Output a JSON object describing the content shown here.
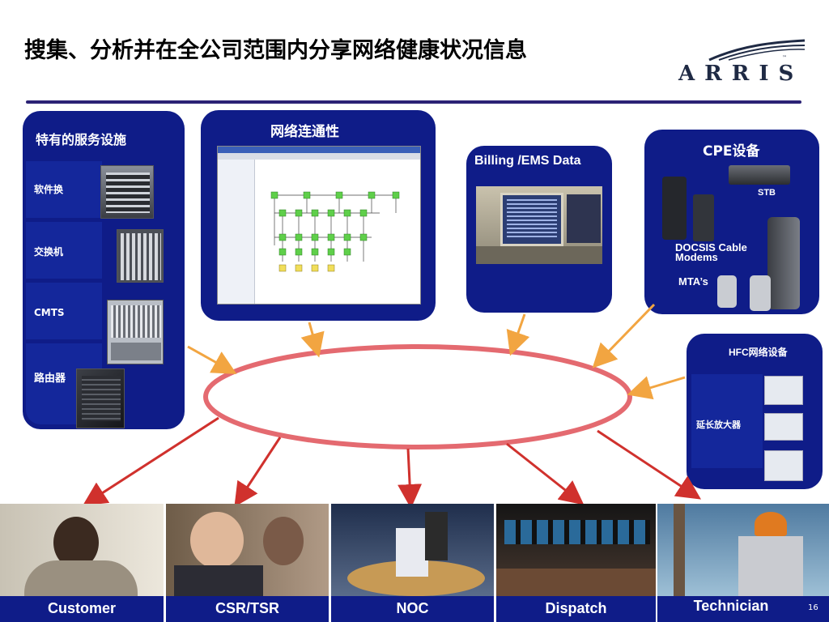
{
  "title": "搜集、分析并在全公司范围内分享网络健康状况信息",
  "logo": {
    "text": "ARRIS",
    "tm": "™"
  },
  "panels": {
    "services": {
      "title": "特有的服务设施",
      "items": [
        {
          "label": "软件换",
          "icon": "chassis-equipment-icon"
        },
        {
          "label": "交换机",
          "icon": "switch-rack-icon"
        },
        {
          "label": "CMTS",
          "icon": "cmts-chassis-icon"
        },
        {
          "label": "路由器",
          "icon": "router-unit-icon"
        }
      ]
    },
    "connectivity": {
      "title": "网络连通性"
    },
    "billing": {
      "title": "Billing /EMS Data"
    },
    "cpe": {
      "title": "CPE设备",
      "labels": {
        "stb": "STB",
        "modems": "DOCSIS Cable Modems",
        "mta": "MTA’s"
      }
    },
    "hfc": {
      "title": "HFC网络设备",
      "item_label": "延长放大器"
    }
  },
  "roles": [
    "Customer",
    "CSR/TSR",
    "NOC",
    "Dispatch",
    "Technician"
  ],
  "page_number": "16",
  "colors": {
    "panel": "#0f1c88",
    "inflow_arrow": "#f2a541",
    "outflow_arrow": "#d0312d",
    "ellipse_stroke": "#e46a70",
    "divider": "#2b2275"
  }
}
